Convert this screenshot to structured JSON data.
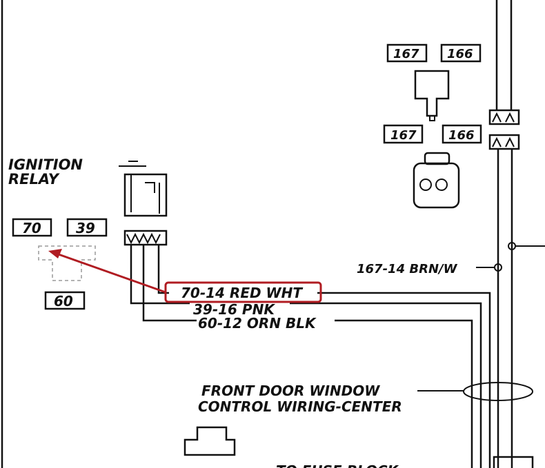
{
  "relay": {
    "title_line1": "IGNITION",
    "title_line2": "RELAY",
    "pins": [
      "70",
      "39",
      "60"
    ]
  },
  "connector_top": {
    "pins": [
      "167",
      "166"
    ]
  },
  "connector_bottom": {
    "pins": [
      "167",
      "166"
    ]
  },
  "wires": {
    "w70": "70-14 RED WHT",
    "w39": "39-16 PNK",
    "w60": "60-12 ORN BLK",
    "w167": "167-14 BRN/W"
  },
  "wiring_center": {
    "line1": "FRONT DOOR WINDOW",
    "line2": "CONTROL WIRING-CENTER"
  },
  "bottom_label": "TO FUSE BLOCK",
  "highlight_color": "#b01c22"
}
